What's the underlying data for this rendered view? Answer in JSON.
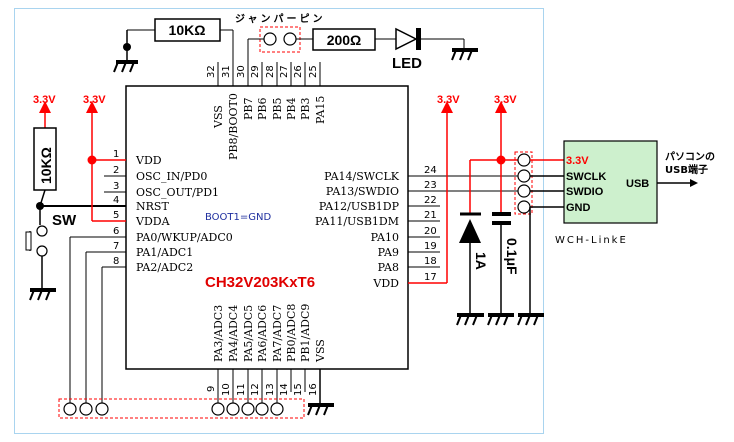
{
  "colors": {
    "wire": "#000000",
    "power_wire": "#ff0000",
    "wch_box": "#cdf0cd",
    "frame": "#a9d4ef",
    "chip_label": "#e00000",
    "boot_note": "#1f2f9f"
  },
  "chip": {
    "name": "CH32V203KxT6",
    "note": "BOOT1=GND",
    "left_pins": [
      {
        "num": "1",
        "label": "VDD"
      },
      {
        "num": "2",
        "label": "OSC_IN/PD0"
      },
      {
        "num": "3",
        "label": "OSC_OUT/PD1"
      },
      {
        "num": "4",
        "label": "NRST"
      },
      {
        "num": "5",
        "label": "VDDA"
      },
      {
        "num": "6",
        "label": "PA0/WKUP/ADC0"
      },
      {
        "num": "7",
        "label": "PA1/ADC1"
      },
      {
        "num": "8",
        "label": "PA2/ADC2"
      }
    ],
    "right_pins": [
      {
        "num": "24",
        "label": "PA14/SWCLK"
      },
      {
        "num": "23",
        "label": "PA13/SWDIO"
      },
      {
        "num": "22",
        "label": "PA12/USB1DP"
      },
      {
        "num": "21",
        "label": "PA11/USB1DM"
      },
      {
        "num": "20",
        "label": "PA10"
      },
      {
        "num": "19",
        "label": "PA9"
      },
      {
        "num": "18",
        "label": "PA8"
      },
      {
        "num": "17",
        "label": "VDD"
      }
    ],
    "top_pins": [
      {
        "num": "32",
        "label": "VSS"
      },
      {
        "num": "31",
        "label": "PB8/BOOT0"
      },
      {
        "num": "30",
        "label": "PB7"
      },
      {
        "num": "29",
        "label": "PB6"
      },
      {
        "num": "28",
        "label": "PB5"
      },
      {
        "num": "27",
        "label": "PB4"
      },
      {
        "num": "26",
        "label": "PB3"
      },
      {
        "num": "25",
        "label": "PA15"
      }
    ],
    "bottom_pins": [
      {
        "num": "9",
        "label": "PA3/ADC3"
      },
      {
        "num": "10",
        "label": "PA4/ADC4"
      },
      {
        "num": "11",
        "label": "PA5/ADC5"
      },
      {
        "num": "12",
        "label": "PA6/ADC6"
      },
      {
        "num": "13",
        "label": "PA7/ADC7"
      },
      {
        "num": "14",
        "label": "PB0/ADC8"
      },
      {
        "num": "15",
        "label": "PB1/ADC9"
      },
      {
        "num": "16",
        "label": "VSS"
      }
    ]
  },
  "components": {
    "r_top": "10KΩ",
    "r_left": "10KΩ",
    "r_led": "200Ω",
    "jumper": "ジャンパーピン",
    "led": "LED",
    "sw": "SW",
    "diode": "1A",
    "cap": "0.1μF"
  },
  "supply": {
    "v1": "3.3V",
    "v2": "3.3V",
    "v3": "3.3V",
    "v4": "3.3V"
  },
  "wch": {
    "name": "WCH-LinkE",
    "pins": [
      "3.3V",
      "SWCLK",
      "SWDIO",
      "GND"
    ],
    "usb": "USB",
    "note_line1": "パソコンの",
    "note_line2": "USB端子"
  }
}
